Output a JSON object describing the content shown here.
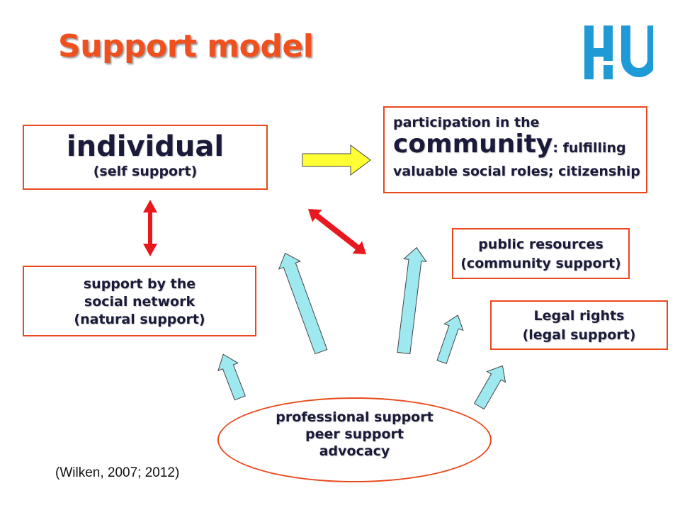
{
  "title": "Support model",
  "boxes": {
    "individual": {
      "main": "individual",
      "sub": "(self support)"
    },
    "network": {
      "lines": [
        "support by the",
        "social network",
        "(natural support)"
      ]
    },
    "community": {
      "prefix": "participation in the",
      "big": "community",
      "suffix": ": fulfilling",
      "rest": "valuable social roles; citizenship"
    },
    "public": {
      "lines": [
        "public resources",
        "(community support)"
      ]
    },
    "legal": {
      "lines": [
        "Legal rights",
        "(legal support)"
      ]
    }
  },
  "ellipse": {
    "lines": [
      "professional support",
      "peer support",
      "advocacy"
    ]
  },
  "citation": "(Wilken, 2007; 2012)",
  "colors": {
    "title": "#f0501e",
    "box_border": "#e8491d",
    "text": "#1a1a3a",
    "yellow_arrow": "#ffff33",
    "red_arrow": "#e8191e",
    "light_blue_arrow": "#9ee8f0",
    "logo_blue": "#1e9bd7"
  }
}
